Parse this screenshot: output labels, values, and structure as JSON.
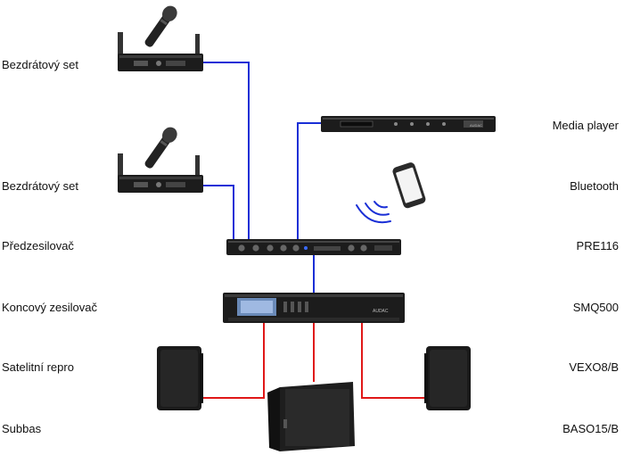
{
  "labels_left": {
    "wireless_1": "Bezdrátový set",
    "wireless_2": "Bezdrátový set",
    "preamp": "Předzesilovač",
    "power_amp": "Koncový zesilovač",
    "satellite": "Satelitní repro",
    "subbass": "Subbas"
  },
  "labels_right": {
    "media_player": "Media player",
    "bluetooth": "Bluetooth",
    "preamp_model": "PRE116",
    "amp_model": "SMQ500",
    "satellite_model": "VEXO8/B",
    "sub_model": "BASO15/B"
  },
  "devices": {
    "media_player_brand": "AUDAC",
    "amp_brand": "AUDAC"
  },
  "colors": {
    "signal_line": "#1a2fd6",
    "speaker_line": "#e01818",
    "device_body": "#1c1c1c",
    "label_text": "#111111"
  },
  "icons": [
    "microphone-icon",
    "bluetooth-waves-icon",
    "smartphone-icon"
  ]
}
